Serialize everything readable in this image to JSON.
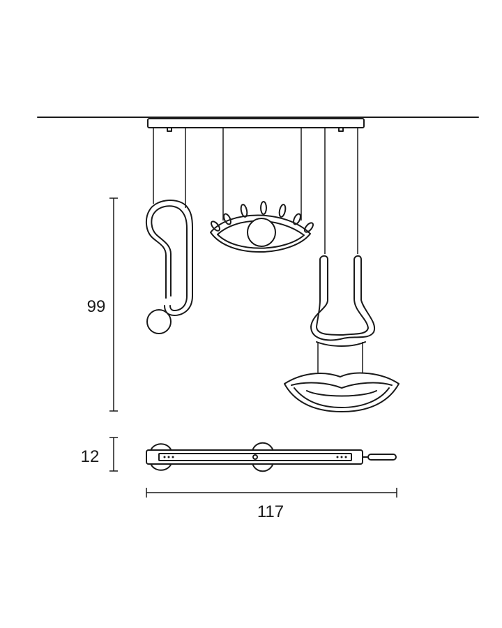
{
  "dimensions": {
    "height": "99",
    "depth": "12",
    "width": "117"
  },
  "colors": {
    "line": "#1a1a1a",
    "background": "#ffffff"
  }
}
